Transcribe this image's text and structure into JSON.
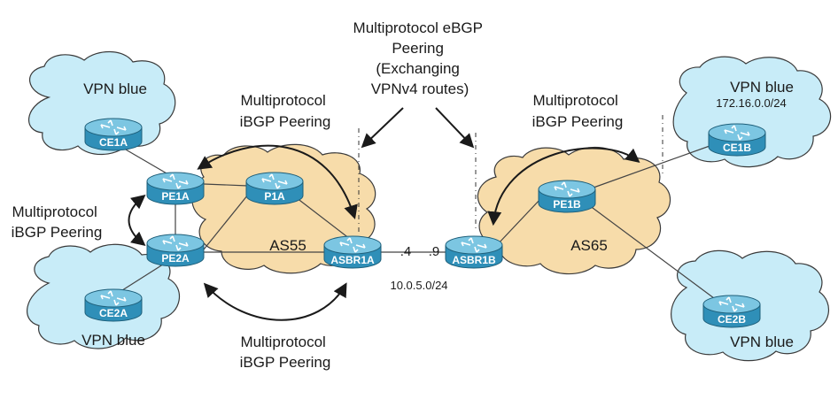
{
  "clouds": {
    "vpn_top_left": "VPN blue",
    "vpn_bottom_left": "VPN blue",
    "vpn_top_right": "VPN blue",
    "vpn_top_right_prefix": "172.16.0.0/24",
    "vpn_bottom_right": "VPN blue",
    "as_left": "AS55",
    "as_right": "AS65"
  },
  "routers": {
    "ce1a": "CE1A",
    "ce2a": "CE2A",
    "pe1a": "PE1A",
    "pe2a": "PE2A",
    "p1a": "P1A",
    "asbr1a": "ASBR1A",
    "asbr1b": "ASBR1B",
    "pe1b": "PE1B",
    "ce1b": "CE1B",
    "ce2b": "CE2B"
  },
  "link_labels": {
    "asbr1a_addr": ".4",
    "asbr1b_addr": ".9",
    "interas_subnet": "10.0.5.0/24"
  },
  "annotations": {
    "ebgp": [
      "Multiprotocol eBGP",
      "Peering",
      "(Exchanging",
      "VPNv4 routes)"
    ],
    "ibgp_top_left": [
      "Multiprotocol",
      "iBGP Peering"
    ],
    "ibgp_left": [
      "Multiprotocol",
      "iBGP Peering"
    ],
    "ibgp_bottom": [
      "Multiprotocol",
      "iBGP Peering"
    ],
    "ibgp_right": [
      "Multiprotocol",
      "iBGP Peering"
    ]
  },
  "colors": {
    "router_body": "#2f8fb8",
    "router_top": "#7cc6e2",
    "vpn_cloud": "#c8ecf8",
    "as_cloud": "#f7dcaa"
  },
  "icons": {
    "router": "router-icon"
  }
}
